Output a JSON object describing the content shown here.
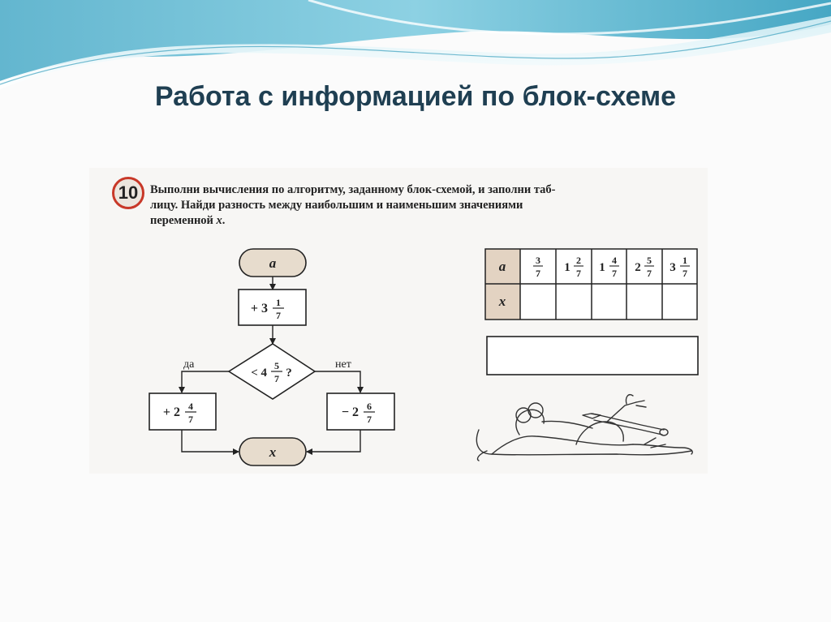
{
  "slide": {
    "title": "Работа с информацией по блок-схеме"
  },
  "exercise": {
    "number": "10",
    "text_line1": "Выполни вычисления по алгоритму, заданному блок-схемой, и заполни таб-",
    "text_line2": "лицу. Найди разность между наибольшим и наименьшим значениями",
    "text_line3": "переменной",
    "text_var": "x",
    "text_end": "."
  },
  "flowchart": {
    "start": "a",
    "step1": {
      "sign": "+ 3",
      "num": "1",
      "den": "7"
    },
    "condition": {
      "sign": "< 4",
      "num": "5",
      "den": "7",
      "q": "?"
    },
    "yes_label": "да",
    "no_label": "нет",
    "yes_step": {
      "sign": "+ 2",
      "num": "4",
      "den": "7"
    },
    "no_step": {
      "sign": "− 2",
      "num": "6",
      "den": "7"
    },
    "end": "x"
  },
  "table": {
    "row_a_label": "a",
    "row_x_label": "x",
    "a_values": [
      {
        "whole": "",
        "num": "3",
        "den": "7"
      },
      {
        "whole": "1",
        "num": "2",
        "den": "7"
      },
      {
        "whole": "1",
        "num": "4",
        "den": "7"
      },
      {
        "whole": "2",
        "num": "5",
        "den": "7"
      },
      {
        "whole": "3",
        "num": "1",
        "den": "7"
      }
    ],
    "x_values": [
      "",
      "",
      "",
      "",
      ""
    ]
  },
  "answer_box": {
    "value": ""
  },
  "colors": {
    "title": "#1f3f52",
    "wave": "#5fb7cf",
    "badge_ring": "#c83828",
    "terminal_fill": "#e7dccd",
    "table_header_fill": "#e3d3c2"
  },
  "illustration": {
    "name": "mouse-with-pencil"
  }
}
